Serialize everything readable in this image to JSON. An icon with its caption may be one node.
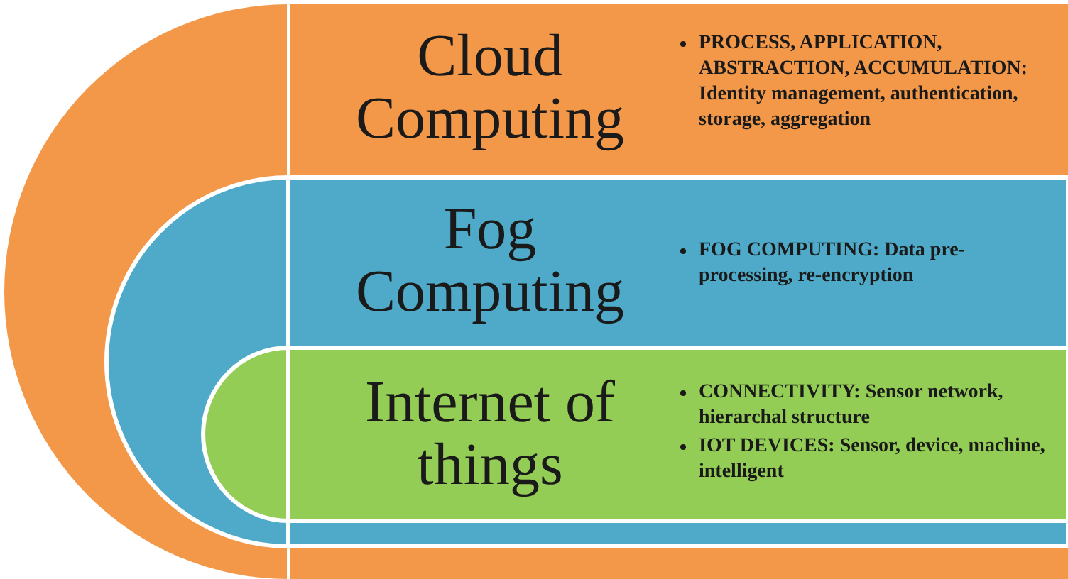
{
  "diagram": {
    "nodes": [
      {
        "text": [
          "Cloud Computing",
          "PROCESS, APPLICATION, ABSTRACTION, ACCUMULATION: Identity management, authentication, storage, aggregation"
        ]
      },
      {
        "text": [
          "Fog Computing",
          "FOG COMPUTING: Data pre-processing, re-encryption"
        ],
        "in": 0
      },
      {
        "text": [
          "Internet of things",
          "CONNECTIVITY: Sensor network, hierarchal structure",
          "IOT DEVICES: Sensor, device, machine, intelligent"
        ],
        "in": 1
      }
    ]
  }
}
